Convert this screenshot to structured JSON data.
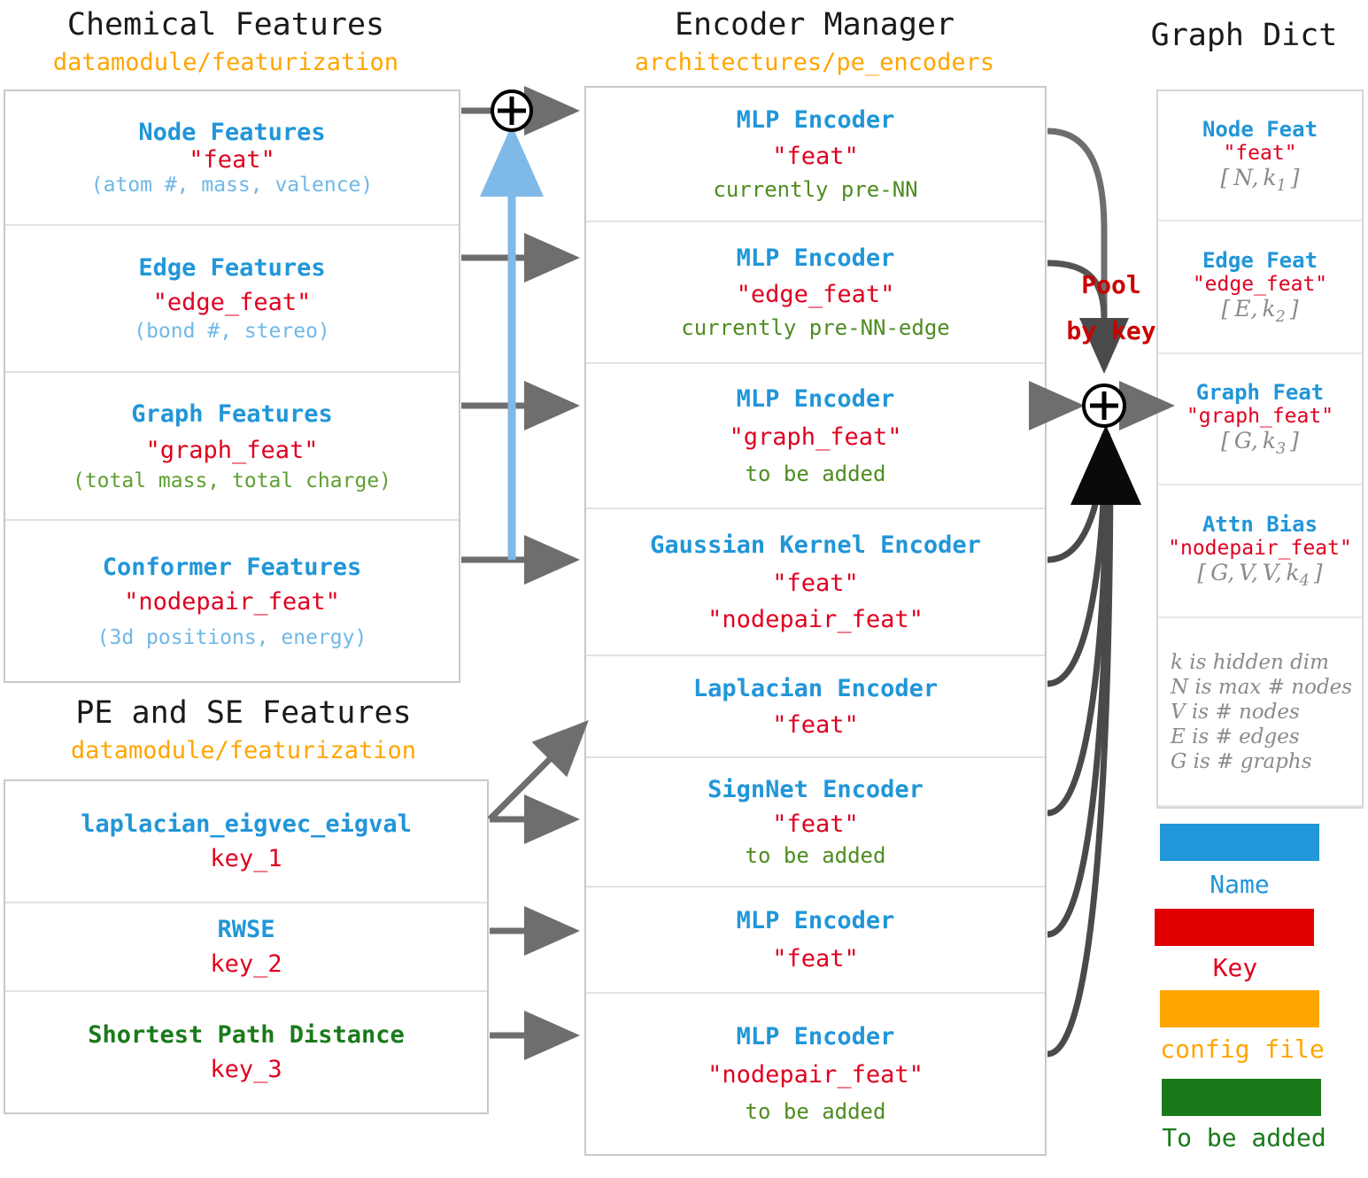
{
  "columns": {
    "chemical": {
      "title": "Chemical Features",
      "subtitle": "datamodule/featurization"
    },
    "pese": {
      "title": "PE and SE Features",
      "subtitle": "datamodule/featurization"
    },
    "encoder": {
      "title": "Encoder Manager",
      "subtitle": "architectures/pe_encoders"
    },
    "dict": {
      "title": "Graph Dict"
    }
  },
  "chemical_features": [
    {
      "name": "Node Features",
      "key": "\"feat\"",
      "desc": "(atom #, mass, valence)",
      "desc_color": "blue"
    },
    {
      "name": "Edge Features",
      "key": "\"edge_feat\"",
      "desc": "(bond #, stereo)",
      "desc_color": "blue"
    },
    {
      "name": "Graph Features",
      "key": "\"graph_feat\"",
      "desc": "(total mass, total charge)",
      "desc_color": "green"
    },
    {
      "name": "Conformer Features",
      "key": "\"nodepair_feat\"",
      "desc": "(3d positions, energy)",
      "desc_color": "blue"
    }
  ],
  "pese_features": [
    {
      "name": "laplacian_eigvec_eigval",
      "key": "key_1",
      "name_color": "blue"
    },
    {
      "name": "RWSE",
      "key": "key_2",
      "name_color": "blue"
    },
    {
      "name": "Shortest Path Distance",
      "key": "key_3",
      "name_color": "green"
    }
  ],
  "encoders": [
    {
      "name": "MLP Encoder",
      "keys": [
        "\"feat\""
      ],
      "note": "currently pre-NN"
    },
    {
      "name": "MLP Encoder",
      "keys": [
        "\"edge_feat\""
      ],
      "note": "currently pre-NN-edge"
    },
    {
      "name": "MLP Encoder",
      "keys": [
        "\"graph_feat\""
      ],
      "note": "to be added"
    },
    {
      "name": "Gaussian Kernel Encoder",
      "keys": [
        "\"feat\"",
        "\"nodepair_feat\""
      ],
      "note": ""
    },
    {
      "name": "Laplacian Encoder",
      "keys": [
        "\"feat\""
      ],
      "note": ""
    },
    {
      "name": "SignNet Encoder",
      "keys": [
        "\"feat\""
      ],
      "note": "to be added"
    },
    {
      "name": "MLP Encoder",
      "keys": [
        "\"feat\""
      ],
      "note": ""
    },
    {
      "name": "MLP Encoder",
      "keys": [
        "\"nodepair_feat\""
      ],
      "note": "to be added"
    }
  ],
  "graph_dict": [
    {
      "name": "Node Feat",
      "key": "\"feat\"",
      "dim": "[ N, k1 ]"
    },
    {
      "name": "Edge Feat",
      "key": "\"edge_feat\"",
      "dim": "[ E, k2 ]"
    },
    {
      "name": "Graph Feat",
      "key": "\"graph_feat\"",
      "dim": "[ G, k3 ]"
    },
    {
      "name": "Attn Bias",
      "key": "\"nodepair_feat\"",
      "dim": "[ G, V, V, k4 ]"
    }
  ],
  "dim_legend": [
    "k is hidden dim",
    "N is max # nodes",
    "V is # nodes",
    "E is # edges",
    "G is # graphs"
  ],
  "pool_label_line1": "Pool",
  "pool_label_line2": "by key",
  "legend": [
    {
      "label": "Name",
      "color": "#2196D8"
    },
    {
      "label": "Key",
      "color": "#E00020"
    },
    {
      "label": "config file",
      "color": "#FFA500"
    },
    {
      "label": "To be added",
      "color": "#1A7A1A"
    }
  ],
  "colors": {
    "name_blue": "#2196D8",
    "key_red": "#E00020",
    "config_orange": "#FFA500",
    "todo_green": "#1A7A1A",
    "arrow_gray": "#6E6E6E",
    "pool_red": "#CC0000",
    "conformer_blue_arrow": "#7FB9E8"
  }
}
